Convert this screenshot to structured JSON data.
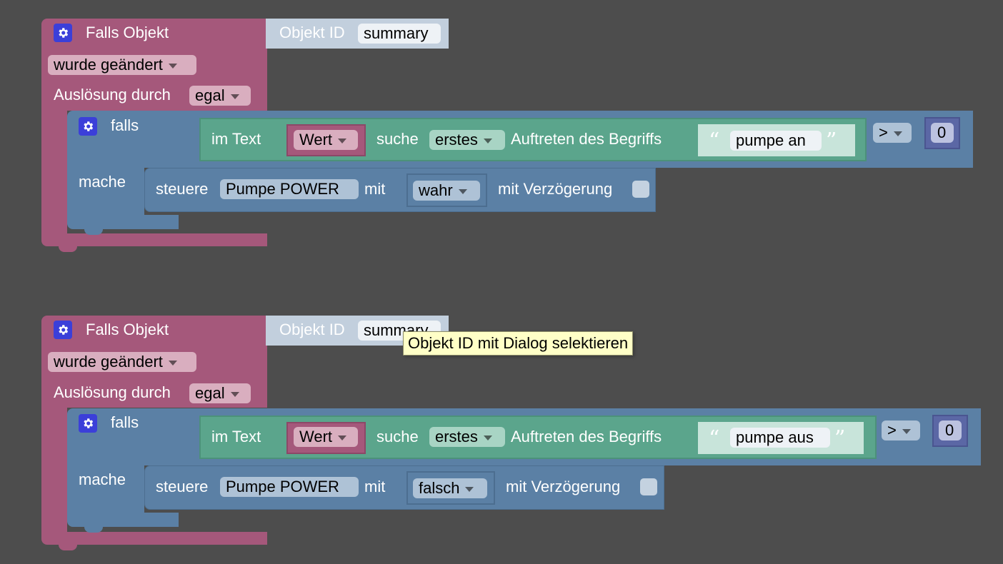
{
  "colors": {
    "background": "#4d4d4d",
    "event_block": "#a5587b",
    "logic_block": "#5b80a5",
    "text_block": "#5ba58c",
    "objekt_id_block": "#c2cfdd",
    "math_block": "#5b67a5",
    "tooltip_bg": "#ffffc7"
  },
  "blocks": [
    {
      "event_title": "Falls Objekt",
      "objekt_id_label": "Objekt ID",
      "objekt_id_value": "summary",
      "trigger_mode": "wurde geändert",
      "ausloesung_label": "Auslösung durch",
      "ausloesung_value": "egal",
      "if_label": "falls",
      "do_label": "mache",
      "im_text_label": "im Text",
      "variable": "Wert",
      "suche_label": "suche",
      "occurrence": "erstes",
      "auftreten_label": "Auftreten des Begriffs",
      "search_term": "pumpe an",
      "operator": ">",
      "compare_value": "0",
      "steuere_label": "steuere",
      "target": "Pumpe POWER",
      "mit_label": "mit",
      "bool_value": "wahr",
      "delay_label": "mit Verzögerung"
    },
    {
      "event_title": "Falls Objekt",
      "objekt_id_label": "Objekt ID",
      "objekt_id_value": "summary",
      "trigger_mode": "wurde geändert",
      "ausloesung_label": "Auslösung durch",
      "ausloesung_value": "egal",
      "if_label": "falls",
      "do_label": "mache",
      "im_text_label": "im Text",
      "variable": "Wert",
      "suche_label": "suche",
      "occurrence": "erstes",
      "auftreten_label": "Auftreten des Begriffs",
      "search_term": "pumpe aus",
      "operator": ">",
      "compare_value": "0",
      "steuere_label": "steuere",
      "target": "Pumpe POWER",
      "mit_label": "mit",
      "bool_value": "falsch",
      "delay_label": "mit Verzögerung"
    }
  ],
  "tooltip": "Objekt ID mit Dialog selektieren"
}
